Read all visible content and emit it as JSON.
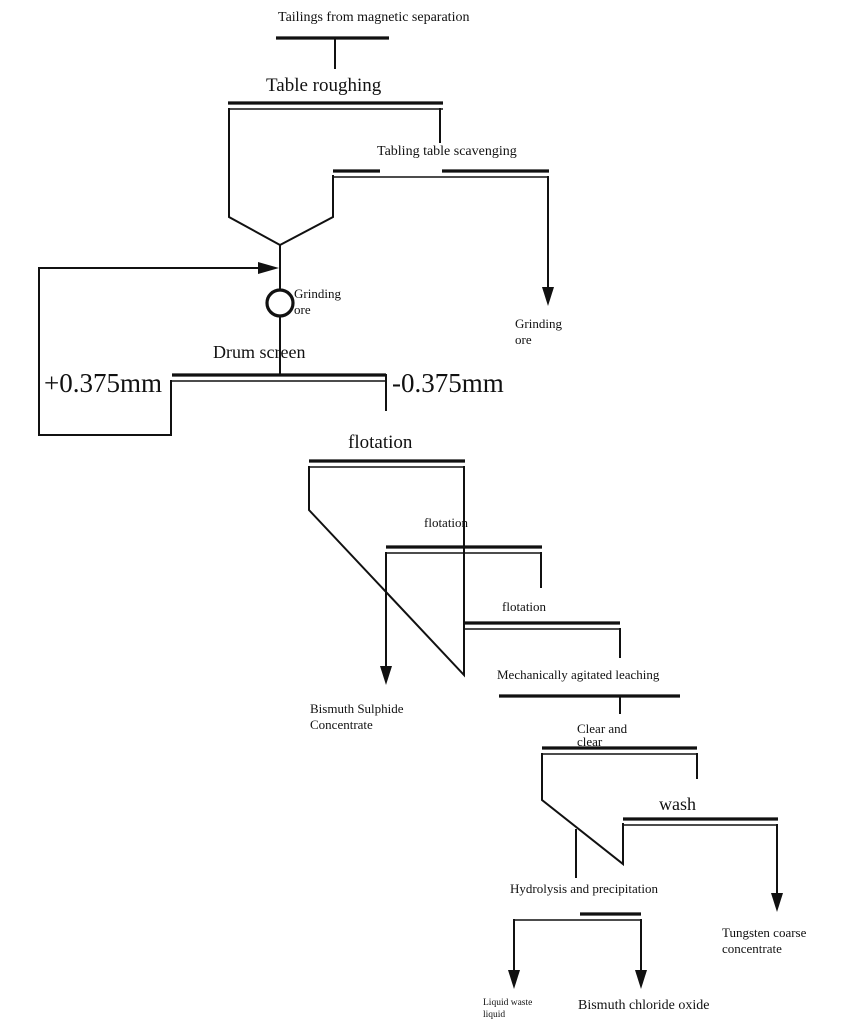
{
  "diagram": {
    "nodes": {
      "source": "Tailings from magnetic separation",
      "table_roughing": "Table roughing",
      "table_scavenging": "Tabling table scavenging",
      "grinding_ore_1_line1": "Grinding",
      "grinding_ore_1_line2": "ore",
      "grinding_ore_2_line1": "Grinding",
      "grinding_ore_2_line2": "ore",
      "drum_screen": "Drum screen",
      "oversize": "+0.375mm",
      "undersize": "-0.375mm",
      "flotation_1": "flotation",
      "flotation_2": "flotation",
      "flotation_3": "flotation",
      "bismuth_sulphide_line1": "Bismuth Sulphide",
      "bismuth_sulphide_line2": "Concentrate",
      "leaching": "Mechanically agitated leaching",
      "clear_line1": "Clear and",
      "clear_line2": "clear",
      "wash": "wash",
      "hydrolysis": "Hydrolysis and precipitation",
      "tungsten_line1": "Tungsten coarse",
      "tungsten_line2": "concentrate",
      "liquid_waste_line1": "Liquid waste",
      "liquid_waste_line2": "liquid",
      "bismuth_chloride": "Bismuth chloride oxide"
    }
  }
}
